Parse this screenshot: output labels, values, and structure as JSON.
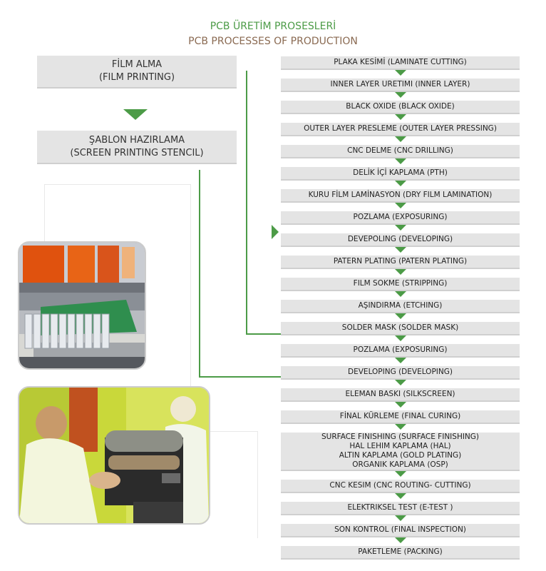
{
  "title_tr": "PCB ÜRETİM PROSESLERİ",
  "title_en": "PCB PROCESSES OF PRODUCTION",
  "left_boxes": [
    {
      "line1": "FİLM ALMA",
      "line2": "(FILM PRINTING)"
    },
    {
      "line1": "ŞABLON HAZIRLAMA",
      "line2": "(SCREEN PRINTING STENCIL)"
    }
  ],
  "steps": [
    [
      "PLAKA KESİMİ (LAMINATE CUTTING)"
    ],
    [
      "INNER LAYER URETIMI (INNER LAYER)"
    ],
    [
      "BLACK OXIDE (BLACK OXIDE)"
    ],
    [
      "OUTER LAYER PRESLEME (OUTER LAYER PRESSING)"
    ],
    [
      "CNC DELME (CNC DRILLING)"
    ],
    [
      "DELİK İÇİ KAPLAMA (PTH)"
    ],
    [
      "KURU FİLM LAMİNASYON (DRY FILM LAMINATION)"
    ],
    [
      "POZLAMA (EXPOSURING)"
    ],
    [
      "DEVEPOLING (DEVELOPING)"
    ],
    [
      "PATERN PLATING (PATERN PLATING)"
    ],
    [
      "FILM SOKME (STRIPPING)"
    ],
    [
      "AŞINDIRMA (ETCHING)"
    ],
    [
      "SOLDER MASK (SOLDER MASK)"
    ],
    [
      "POZLAMA (EXPOSURING)"
    ],
    [
      "DEVELOPING (DEVELOPING)"
    ],
    [
      "ELEMAN BASKI (SILKSCREEN)"
    ],
    [
      "FİNAL KÜRLEME (FINAL CURING)"
    ],
    [
      "SURFACE FINISHING (SURFACE FINISHING)",
      "HAL LEHIM KAPLAMA (HAL)",
      "ALTIN KAPLAMA (GOLD PLATING)",
      "ORGANIK KAPLAMA (OSP)"
    ],
    [
      "CNC KESIM (CNC ROUTING- CUTTING)"
    ],
    [
      "ELEKTRIKSEL TEST (E-TEST )"
    ],
    [
      "SON KONTROL (FINAL INSPECTION)"
    ],
    [
      "PAKETLEME (PACKING)"
    ]
  ],
  "colors": {
    "accent": "#4c9b47",
    "box": "#e4e4e4",
    "subtitle": "#8a6a52"
  }
}
